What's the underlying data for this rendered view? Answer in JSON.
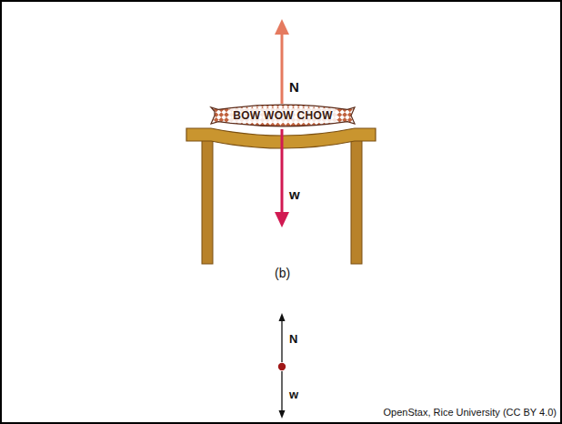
{
  "diagram": {
    "nodes": [
      {
        "text": [
          "BOW WOW CHOW"
        ]
      }
    ],
    "labels": [
      "N",
      "w",
      "(b)",
      "N",
      "w",
      "OpenStax, Rice University (CC BY 4.0)"
    ]
  }
}
